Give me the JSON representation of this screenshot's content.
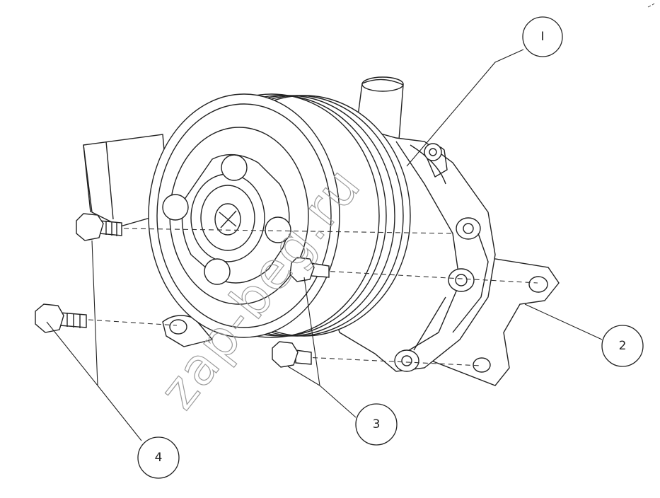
{
  "callouts": [
    {
      "id": "1",
      "label": "I"
    },
    {
      "id": "2",
      "label": "2"
    },
    {
      "id": "3",
      "label": "3"
    },
    {
      "id": "4",
      "label": "4"
    }
  ],
  "watermark": "zap-beg.ru"
}
